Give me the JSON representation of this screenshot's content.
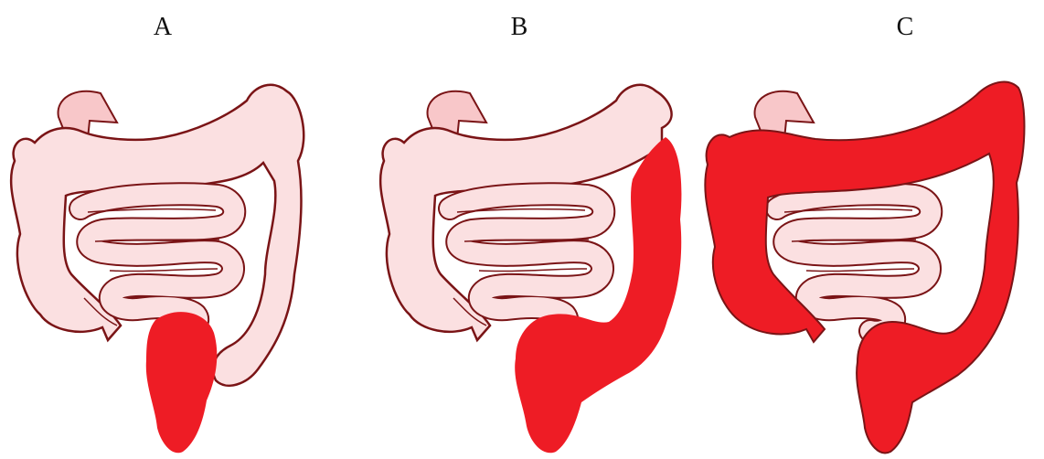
{
  "panels": [
    {
      "label": "A",
      "highlight": "rectum-sigmoid"
    },
    {
      "label": "B",
      "highlight": "left-colon"
    },
    {
      "label": "C",
      "highlight": "pancolon"
    }
  ],
  "colors": {
    "healthy_fill": "#fbe0e1",
    "inflamed_fill": "#ee1c25",
    "outline": "#7a1416"
  }
}
